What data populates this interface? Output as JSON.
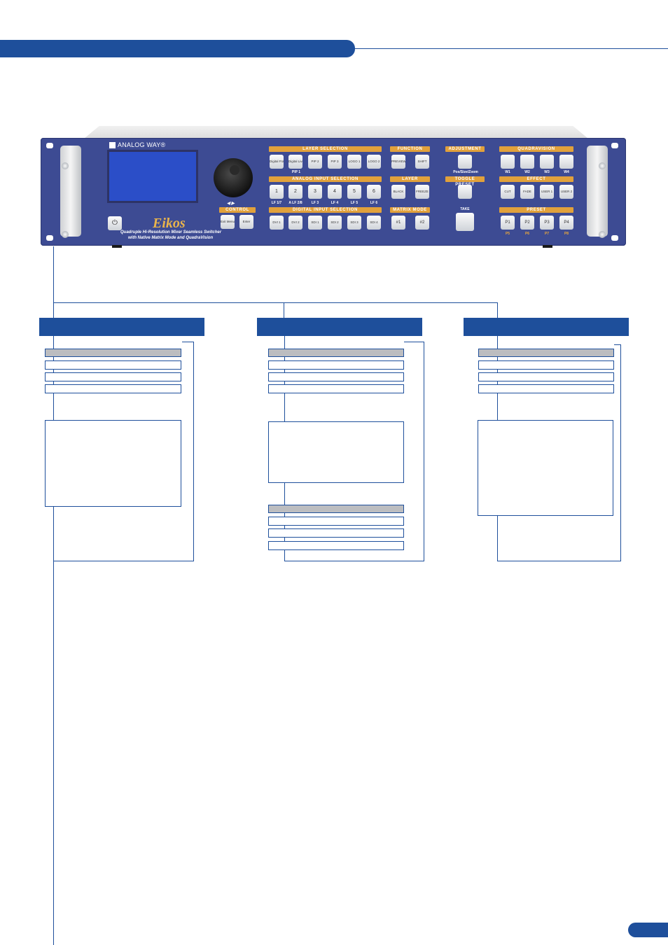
{
  "device": {
    "maker_logo": "ANALOG WAY®",
    "brand": "Eikos",
    "tagline_1": "Quadruple Hi-Resolution Mixer Seamless Switcher",
    "tagline_2": "with Native Matrix Mode and QuadraVision",
    "control_label": "CONTROL",
    "control_buttons": [
      "Exit Menu",
      "Enter"
    ],
    "knob_arrows": "◀ ▶",
    "sections": {
      "layer_selection": "LAYER SELECTION",
      "analog_input_selection": "ANALOG INPUT SELECTION",
      "digital_input_selection": "DIGITAL INPUT SELECTION",
      "function": "FUNCTION",
      "layer": "LAYER",
      "matrix_mode": "MATRIX MODE",
      "adjustment": "ADJUSTMENT",
      "toggle_preset": "TOGGLE PRESET",
      "quadravision": "QUADRAVISION",
      "effect": "EFFECT",
      "preset": "PRESET"
    },
    "layer_buttons": [
      "Digital Frame",
      "Digital Live",
      "PIP 2",
      "PIP 3",
      "LOGO 1",
      "LOGO 2"
    ],
    "pip1_label": "PIP 1",
    "analog_buttons": [
      "1",
      "2",
      "3",
      "4",
      "5",
      "6"
    ],
    "analog_labels": [
      "LF 1/7",
      "A LF 2/8",
      "LF 3",
      "LF 4",
      "LF 5",
      "LF 6"
    ],
    "digital_buttons": [
      "DVI 1",
      "DVI 2",
      "SDI 1",
      "SDI 2",
      "SDI 3",
      "SDI 4"
    ],
    "function_buttons": [
      "PREVIEW",
      "SHIFT"
    ],
    "layer_buttons2": [
      "BLACK",
      "FREEZE"
    ],
    "matrix_buttons": [
      "#1",
      "#2"
    ],
    "adjustment_label": "Pos/Size/Zoom",
    "take_label": "TAKE",
    "quad_labels": [
      "W1",
      "W2",
      "W3",
      "W4"
    ],
    "effect_buttons": [
      "CUT",
      "FADE",
      "USER 1",
      "USER 2"
    ],
    "preset_buttons": [
      "P1",
      "P2",
      "P3",
      "P4"
    ],
    "preset_shift_labels": [
      "P5",
      "P6",
      "P7",
      "P8"
    ]
  }
}
